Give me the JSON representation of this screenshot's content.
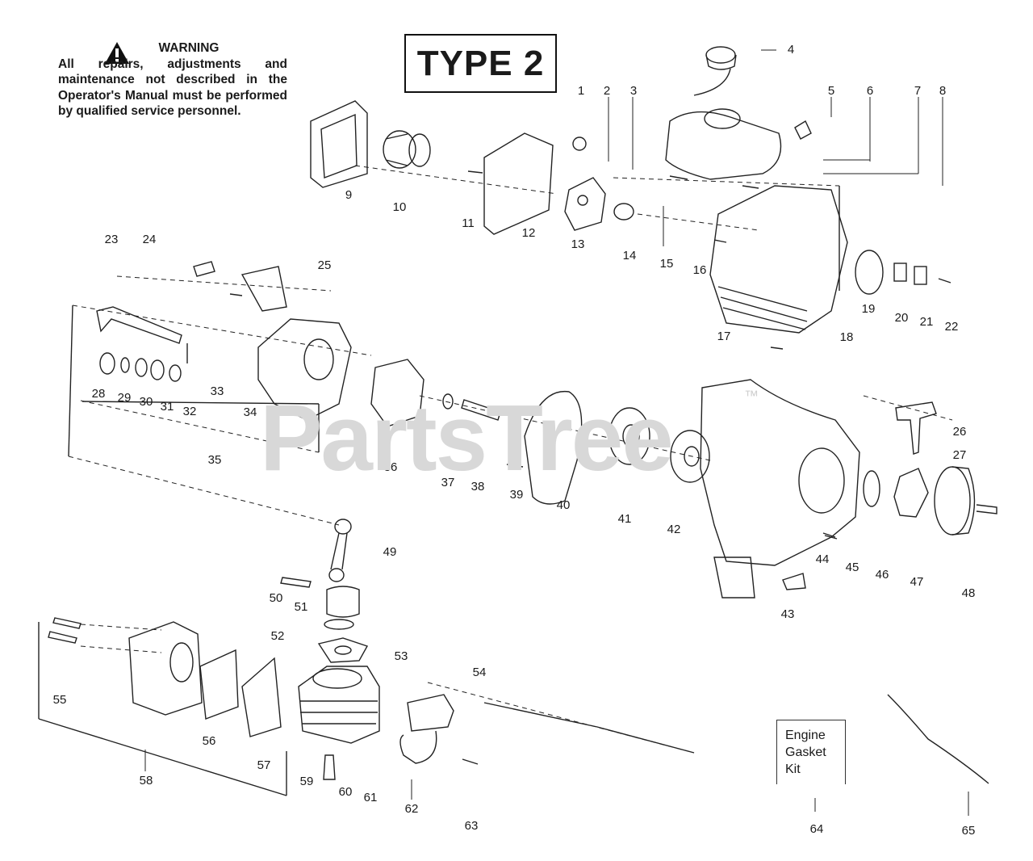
{
  "warning": {
    "heading": "WARNING",
    "text": "All repairs, adjustments and maintenance not described in the Operator's Manual must be performed by qualified service personnel."
  },
  "title": "TYPE 2",
  "watermark": "PartsTree",
  "watermark_mark": "™",
  "kit_box": {
    "line1": "Engine",
    "line2": "Gasket",
    "line3": "Kit"
  },
  "callouts": [
    "1",
    "2",
    "3",
    "4",
    "5",
    "6",
    "7",
    "8",
    "9",
    "10",
    "11",
    "12",
    "13",
    "14",
    "15",
    "16",
    "17",
    "18",
    "19",
    "20",
    "21",
    "22",
    "23",
    "24",
    "25",
    "26",
    "27",
    "28",
    "29",
    "30",
    "31",
    "32",
    "33",
    "34",
    "35",
    "36",
    "37",
    "38",
    "39",
    "40",
    "41",
    "42",
    "43",
    "44",
    "45",
    "46",
    "47",
    "48",
    "49",
    "50",
    "51",
    "52",
    "53",
    "54",
    "55",
    "56",
    "57",
    "58",
    "59",
    "60",
    "61",
    "62",
    "63",
    "64",
    "65"
  ]
}
